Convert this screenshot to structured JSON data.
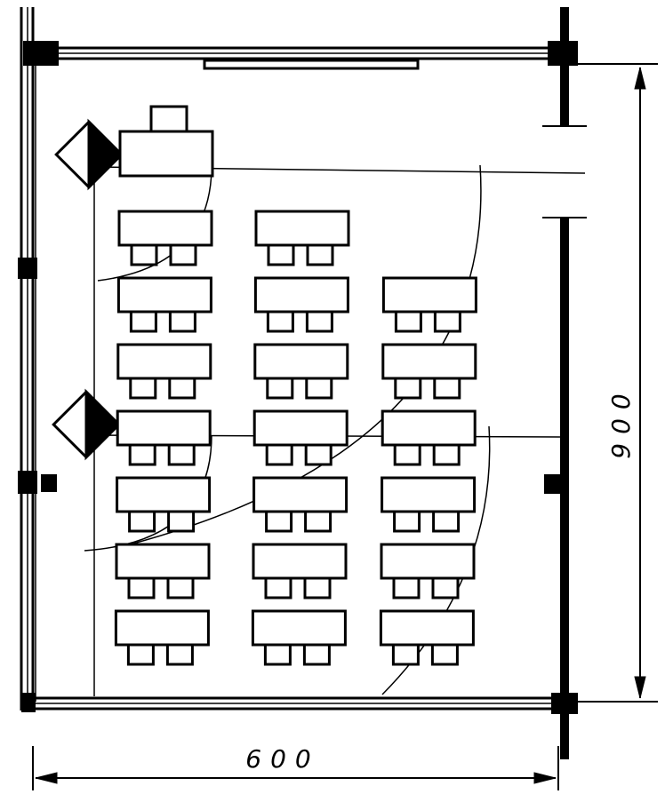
{
  "dimensions": {
    "width_label": "600",
    "depth_label": "900"
  },
  "furniture": {
    "teacher_desk": "desk",
    "student_desk_rows": [
      [
        true,
        true,
        false
      ],
      [
        true,
        true,
        true
      ],
      [
        true,
        true,
        true
      ],
      [
        true,
        true,
        true
      ],
      [
        true,
        true,
        true
      ],
      [
        true,
        true,
        true
      ],
      [
        true,
        true,
        true
      ]
    ]
  },
  "colors": {
    "ink": "#000000",
    "paper": "#ffffff"
  }
}
